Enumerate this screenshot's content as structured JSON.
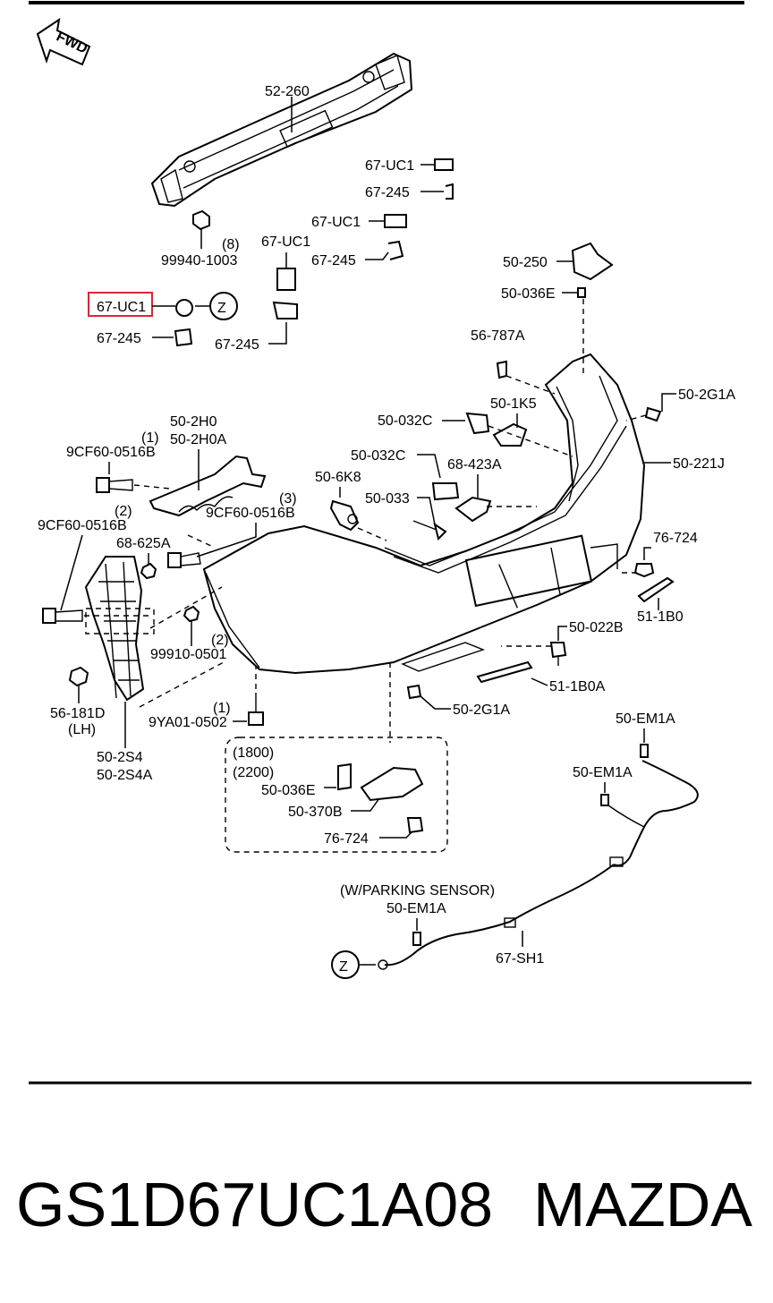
{
  "fwd": "FWD",
  "highlight_label": "67-UC1",
  "z_marker": "Z",
  "parts": {
    "p52_260": "52-260",
    "p67_uc1_a": "67-UC1",
    "p67_245_a": "67-245",
    "p67_uc1_b": "67-UC1",
    "p67_uc1_c": "67-UC1",
    "p67_245_b": "67-245",
    "p99940_qty": "(8)",
    "p99940": "99940-1003",
    "p67_245_c": "67-245",
    "p67_245_d": "67-245",
    "p50_250": "50-250",
    "p50_036e_a": "50-036E",
    "p56_787a": "56-787A",
    "p50_1k5": "50-1K5",
    "p50_2g1a_a": "50-2G1A",
    "p50_032c_a": "50-032C",
    "p50_2h0": "50-2H0",
    "p50_2h0a": "50-2H0A",
    "p9cf_qty_1": "(1)",
    "p9cf_a": "9CF60-0516B",
    "p50_032c_b": "50-032C",
    "p68_423a": "68-423A",
    "p50_221j": "50-221J",
    "p50_6k8": "50-6K8",
    "p50_033": "50-033",
    "p9cf_qty_2": "(2)",
    "p9cf_b": "9CF60-0516B",
    "p9cf_qty_3": "(3)",
    "p9cf_c": "9CF60-0516B",
    "p68_625a": "68-625A",
    "p76_724_a": "76-724",
    "p51_1b0": "51-1B0",
    "p50_022b": "50-022B",
    "p99910_qty": "(2)",
    "p99910": "99910-0501",
    "p51_1b0a": "51-1B0A",
    "p56_181d": "56-181D",
    "p56_181d_side": "(LH)",
    "p9ya_qty": "(1)",
    "p9ya": "9YA01-0502",
    "p50_2g1a_b": "50-2G1A",
    "p50_2s4": "50-2S4",
    "p50_2s4a": "50-2S4A",
    "p50_em1a_a": "50-EM1A",
    "v1800": "(1800)",
    "v2200": "(2200)",
    "p50_036e_b": "50-036E",
    "p50_370b": "50-370B",
    "p76_724_b": "76-724",
    "p50_em1a_b": "50-EM1A",
    "w_parking": "(W/PARKING SENSOR)",
    "p50_em1a_c": "50-EM1A",
    "p67_sh1": "67-SH1"
  },
  "footer": {
    "part_number": "GS1D67UC1A08",
    "brand": "MAZDA"
  }
}
